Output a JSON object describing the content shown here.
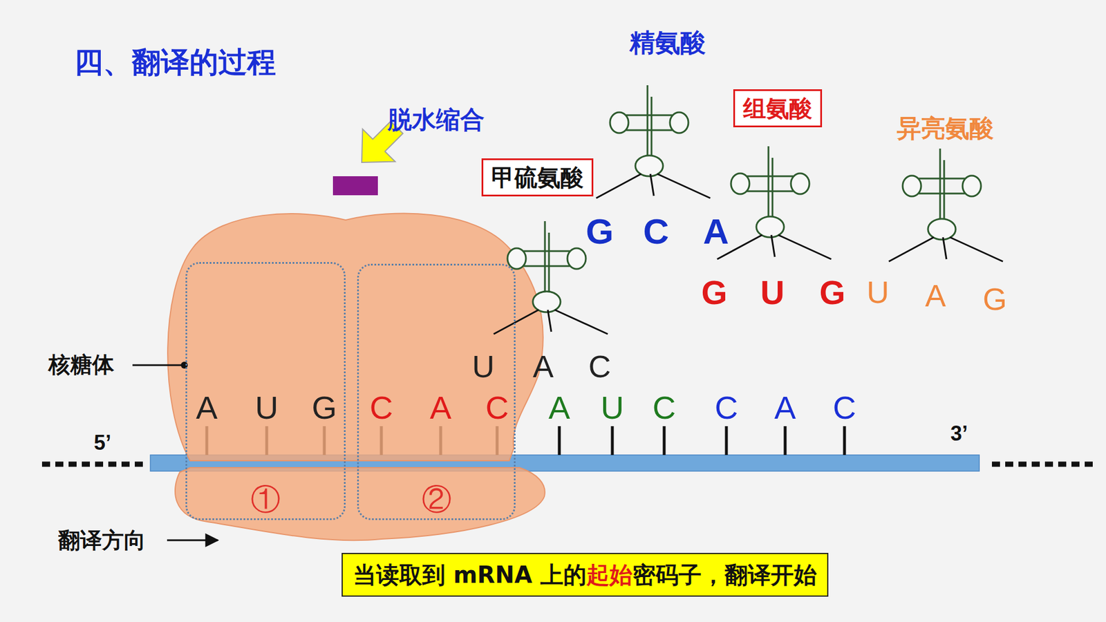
{
  "diagram": {
    "title": "四、翻译的过程",
    "nodes": [
      {
        "text": [
          "甲硫氨酸"
        ]
      },
      {
        "text": [
          "组氨酸"
        ]
      },
      {
        "text": [
          "①"
        ]
      },
      {
        "text": [
          "②"
        ]
      },
      {
        "text": [
          "当读取到 mRNA 上的",
          "起始",
          "密码子，翻译开始"
        ]
      }
    ],
    "labels": [
      "脱水缩合",
      "精氨酸",
      "异亮氨酸",
      "G",
      "C",
      "A",
      "G",
      "U",
      "G",
      "U",
      "A",
      "G",
      "U",
      "A",
      "C",
      "核糖体",
      "A",
      "U",
      "G",
      "C",
      "A",
      "C",
      "A",
      "U",
      "C",
      "C",
      "A",
      "C",
      "5’",
      "3’",
      "翻译方向"
    ]
  }
}
